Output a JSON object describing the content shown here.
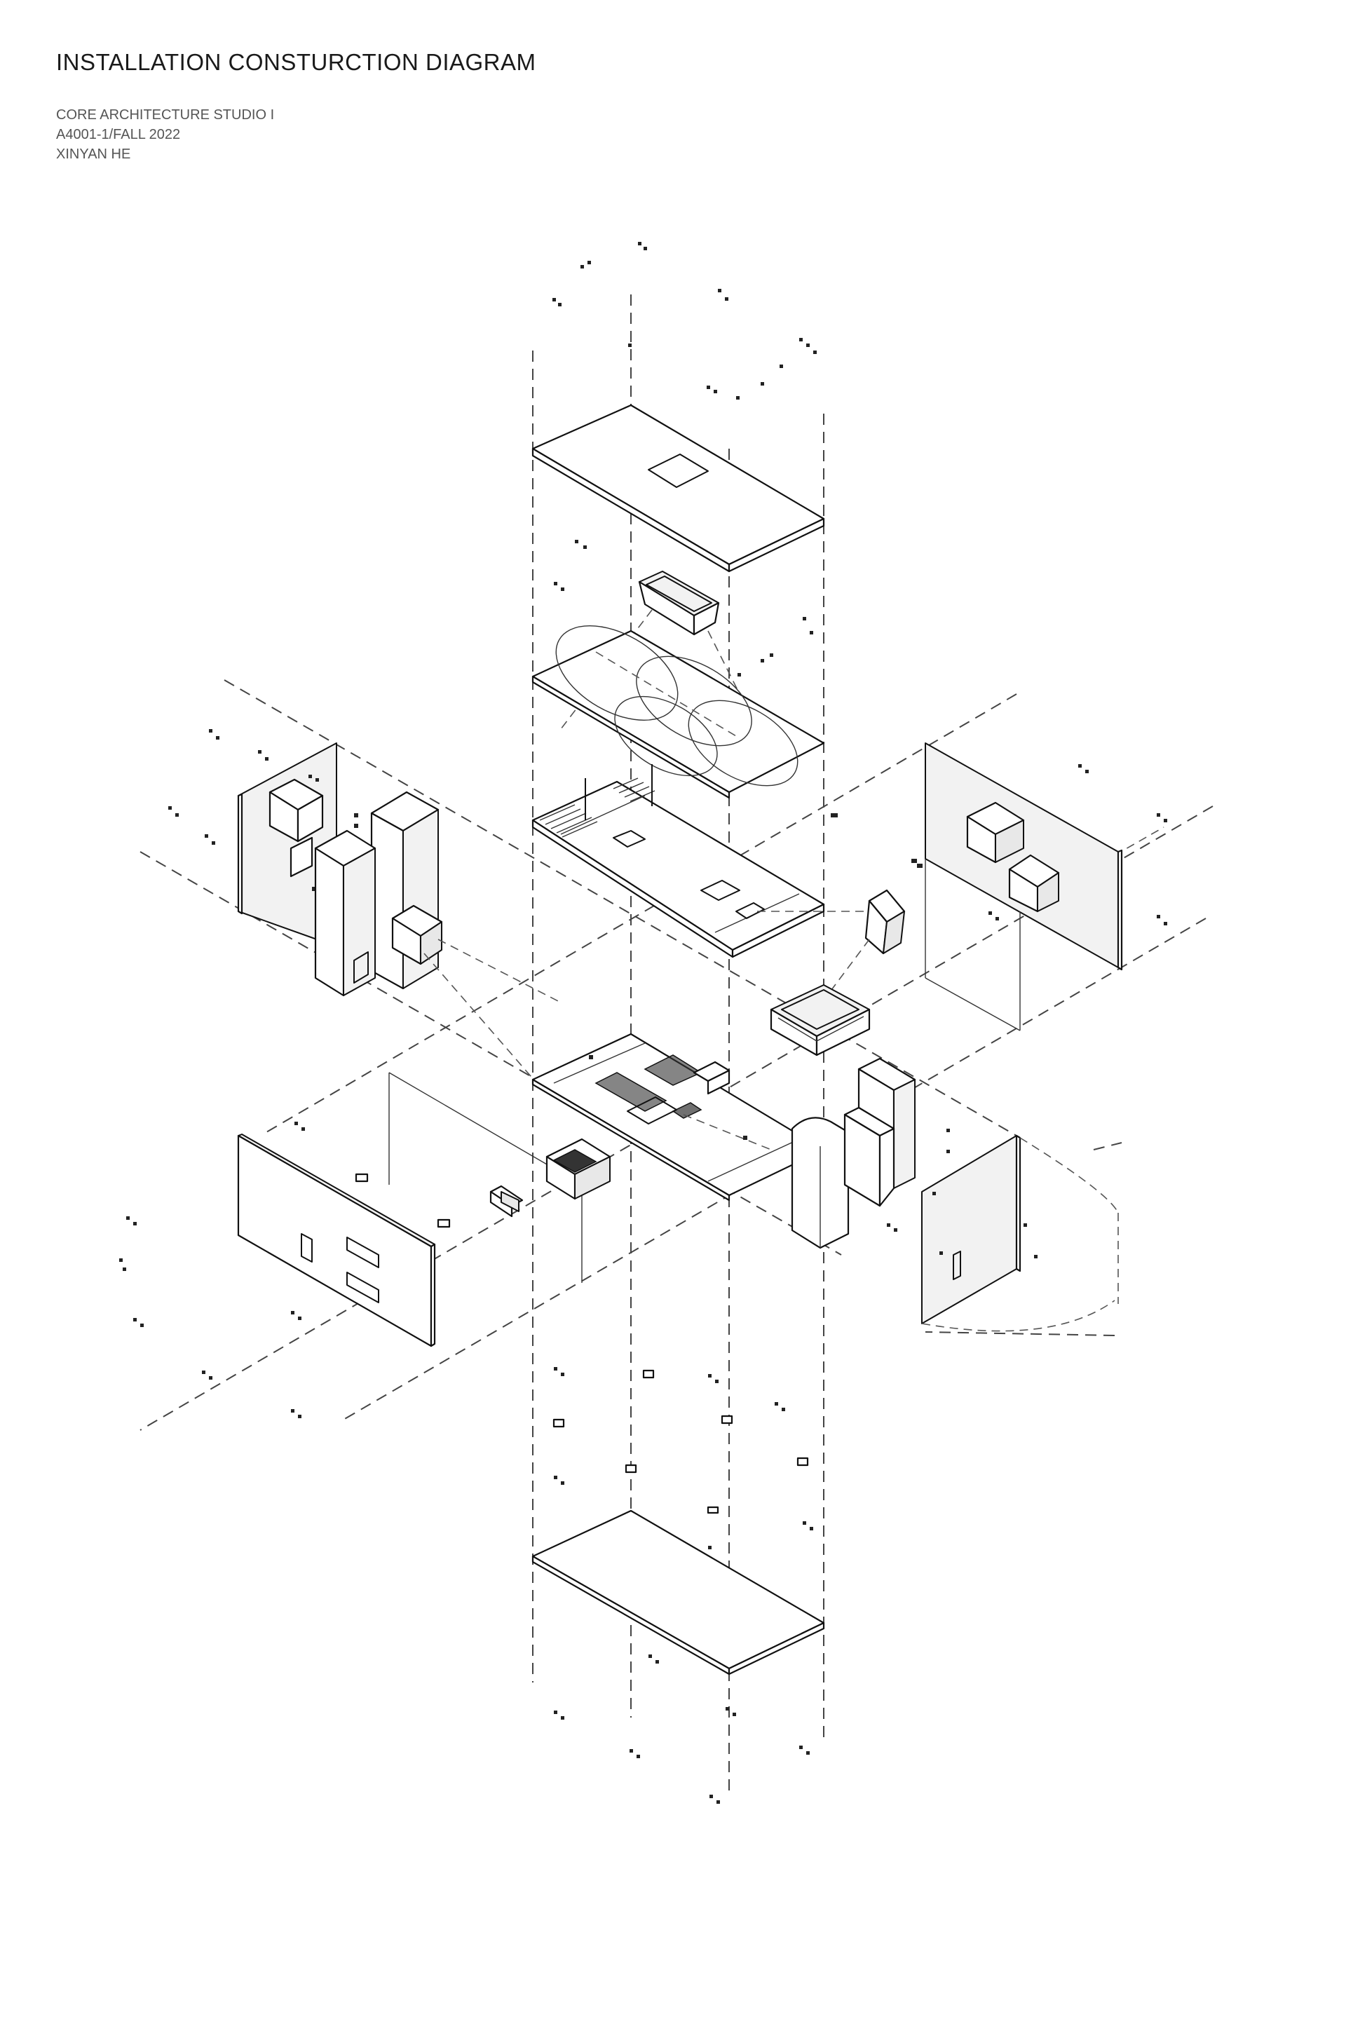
{
  "header": {
    "title": "INSTALLATION CONSTURCTION DIAGRAM",
    "meta_lines": [
      "CORE ARCHITECTURE STUDIO I",
      "A4001-1/FALL 2022",
      "XINYAN HE"
    ]
  },
  "colors": {
    "background": "#ffffff",
    "linework": "#111111",
    "text_secondary": "#555555"
  }
}
